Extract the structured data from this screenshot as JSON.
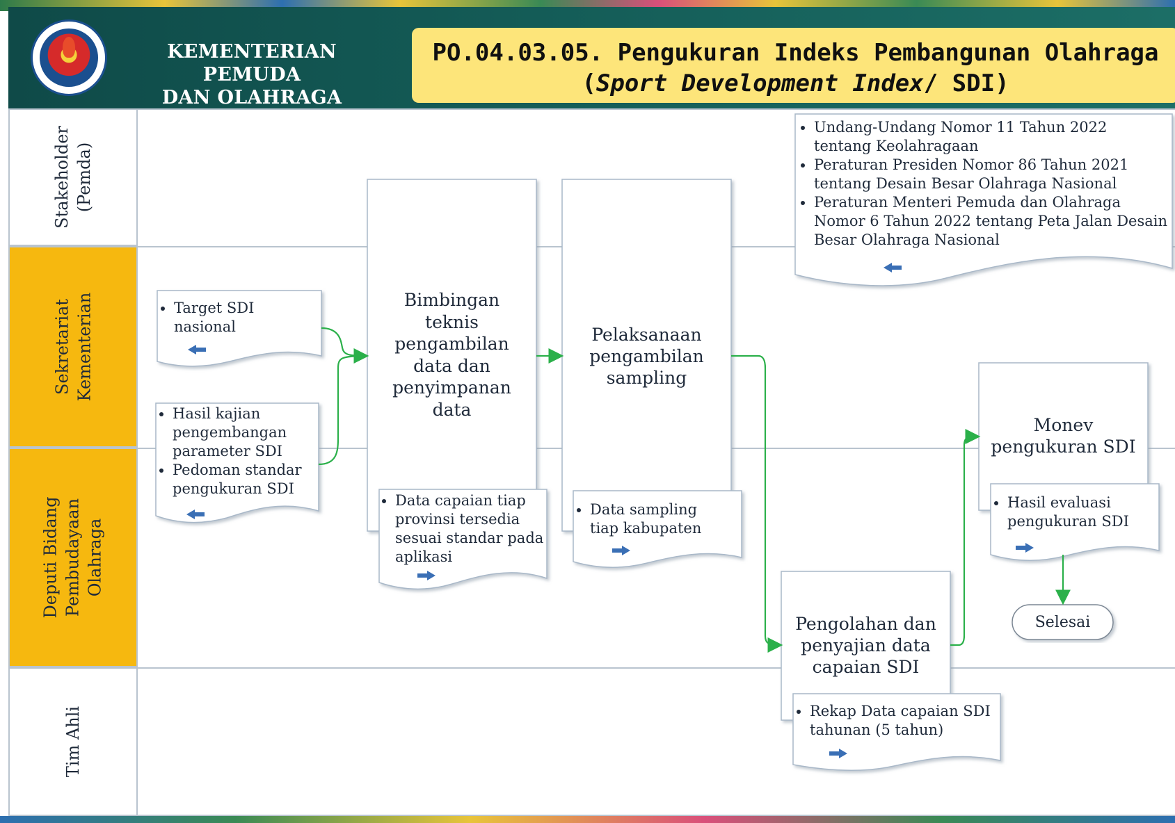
{
  "header": {
    "org_line1": "KEMENTERIAN PEMUDA",
    "org_line2": "DAN OLAHRAGA",
    "title_line1": "PO.04.03.05. Pengukuran Indeks Pembangunan Olahraga",
    "title_line2_open": "(",
    "title_line2_italic": "Sport Development Index",
    "title_line2_rest": "/ SDI)",
    "logo_icon": "kemenpora-emblem-icon",
    "colors": {
      "header_bg": "#145c57",
      "title_bg": "#fde57a",
      "lane_highlight": "#f6b80f",
      "arrow": "#2bb04a",
      "doc_arrow": "#3a6fb5"
    }
  },
  "lanes": [
    {
      "line1": "Stakeholder",
      "line2": "(Pemda)",
      "highlight": false
    },
    {
      "line1": "Sekretariat",
      "line2": "Kementerian",
      "highlight": true
    },
    {
      "line1": "Deputi Bidang",
      "line2": "Pembudayaan",
      "line3": "Olahraga",
      "highlight": true
    },
    {
      "line1": "Tim Ahli",
      "highlight": false
    }
  ],
  "processes": {
    "bimbingan": [
      "Bimbingan",
      "teknis",
      "pengambilan",
      "data dan",
      "penyimpanan",
      "data"
    ],
    "pelaksanaan": [
      "Pelaksanaan",
      "pengambilan",
      "sampling"
    ],
    "monev": [
      "Monev",
      "pengukuran SDI"
    ],
    "pengolahan": [
      "Pengolahan dan",
      "penyajian data",
      "capaian SDI"
    ],
    "selesai": "Selesai"
  },
  "documents": {
    "regulasi": [
      "Undang-Undang Nomor 11 Tahun 2022 tentang Keolahragaan",
      "Peraturan Presiden Nomor 86 Tahun 2021 tentang Desain Besar Olahraga Nasional",
      "Peraturan Menteri Pemuda dan Olahraga Nomor 6 Tahun 2022 tentang Peta Jalan Desain Besar Olahraga Nasional"
    ],
    "target": [
      "Target SDI nasional"
    ],
    "kajian": [
      "Hasil kajian pengembangan parameter SDI",
      "Pedoman standar pengukuran SDI"
    ],
    "capaian": [
      "Data capaian tiap provinsi tersedia sesuai standar pada aplikasi"
    ],
    "sampling": [
      "Data sampling tiap kabupaten"
    ],
    "evaluasi": [
      "Hasil evaluasi pengukuran SDI"
    ],
    "rekap": [
      "Rekap Data capaian SDI tahunan (5 tahun)"
    ]
  }
}
